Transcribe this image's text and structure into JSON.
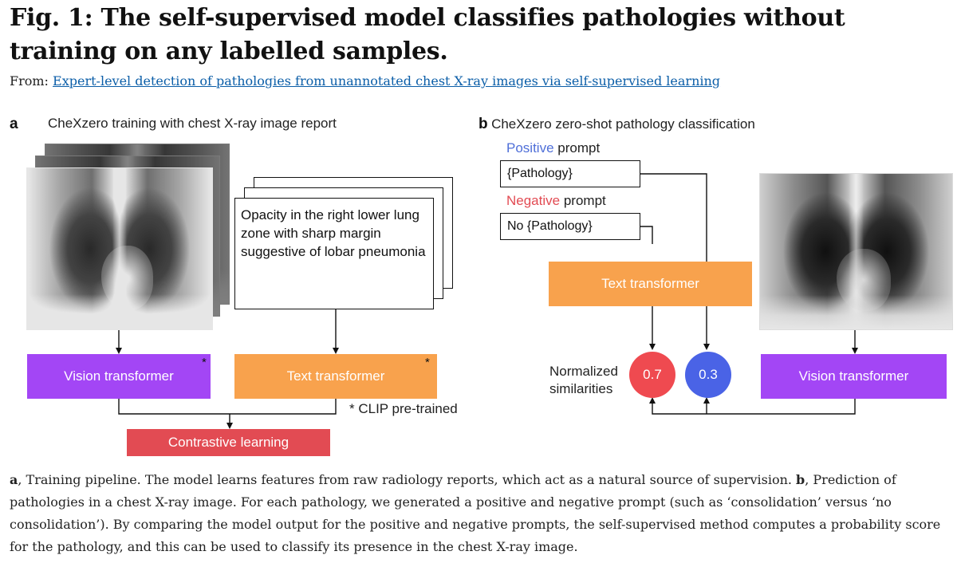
{
  "title": "Fig. 1: The self-supervised model classifies pathologies without training on any labelled samples.",
  "from_label": "From:",
  "from_link": "Expert-level detection of pathologies from unannotated chest X-ray images via self-supervised learning",
  "panel_a": {
    "letter": "a",
    "heading": "CheXzero training with chest X-ray image report",
    "report_text": "Opacity in the right lower lung zone with sharp margin suggestive of lobar pneumonia",
    "vision_transformer": "Vision transformer",
    "text_transformer": "Text transformer",
    "asterisk": "*",
    "clip_note": "* CLIP pre-trained",
    "contrastive": "Contrastive learning"
  },
  "panel_b": {
    "letter": "b",
    "heading": "CheXzero zero-shot pathology classification",
    "positive_word": "Positive",
    "negative_word": "Negative",
    "prompt_word": "prompt",
    "pathology_prompt": "{Pathology}",
    "no_pathology_prompt": "No {Pathology}",
    "text_transformer": "Text transformer",
    "similarities_line1": "Normalized",
    "similarities_line2": "similarities",
    "score_negative": "0.7",
    "score_positive": "0.3",
    "vision_transformer": "Vision transformer"
  },
  "caption": {
    "a_letter": "a",
    "a_text": ", Training pipeline. The model learns features from raw radiology reports, which act as a natural source of supervision. ",
    "b_letter": "b",
    "b_text": ", Prediction of pathologies in a chest X-ray image. For each pathology, we generated a positive and negative prompt (such as ‘consolidation’ versus ‘no consolidation’). By comparing the model output for the positive and negative prompts, the self-supervised method computes a probability score for the pathology, and this can be used to classify its presence in the chest X-ray image."
  },
  "colors": {
    "vision_box": "#a346f5",
    "text_box": "#f8a24d",
    "contrastive_box": "#e24b53",
    "positive": "#4f6fd8",
    "negative": "#e24b53",
    "circle_negative": "#ef4a50",
    "circle_positive": "#4a63e6",
    "link": "#0b5ea8"
  }
}
